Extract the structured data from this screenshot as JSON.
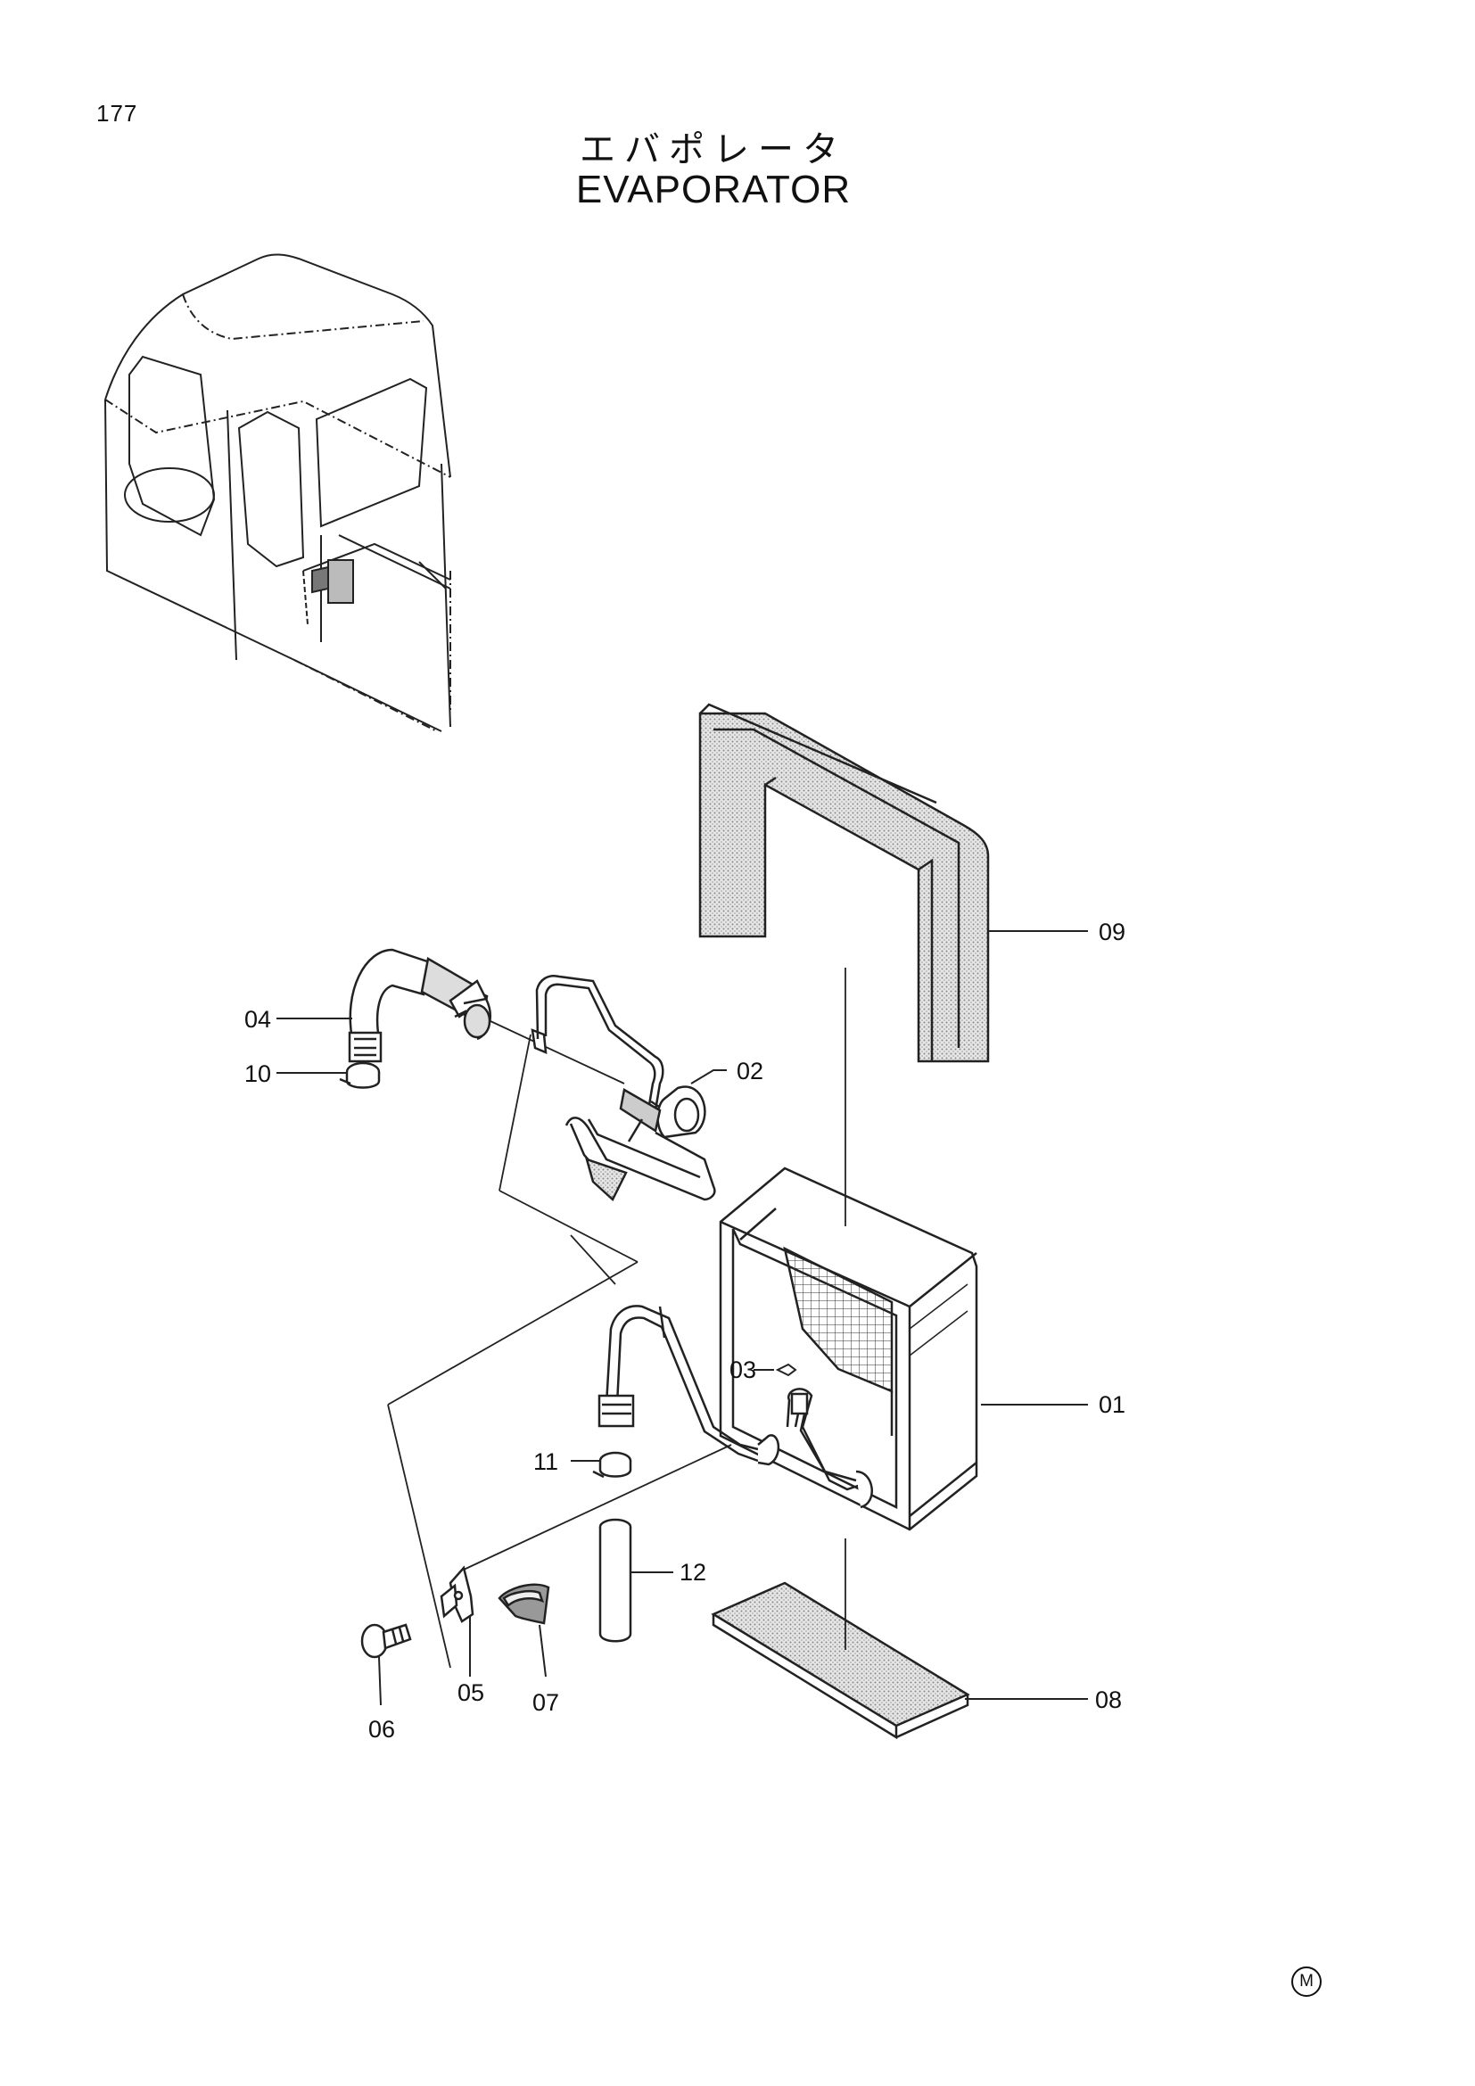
{
  "page": {
    "number": "177",
    "title_jp": "エバポレータ",
    "title_en": "EVAPORATOR",
    "mark": "M"
  },
  "parts": [
    {
      "id": "01"
    },
    {
      "id": "02"
    },
    {
      "id": "03"
    },
    {
      "id": "04"
    },
    {
      "id": "05"
    },
    {
      "id": "06"
    },
    {
      "id": "07"
    },
    {
      "id": "08"
    },
    {
      "id": "09"
    },
    {
      "id": "10"
    },
    {
      "id": "11"
    },
    {
      "id": "12"
    }
  ]
}
